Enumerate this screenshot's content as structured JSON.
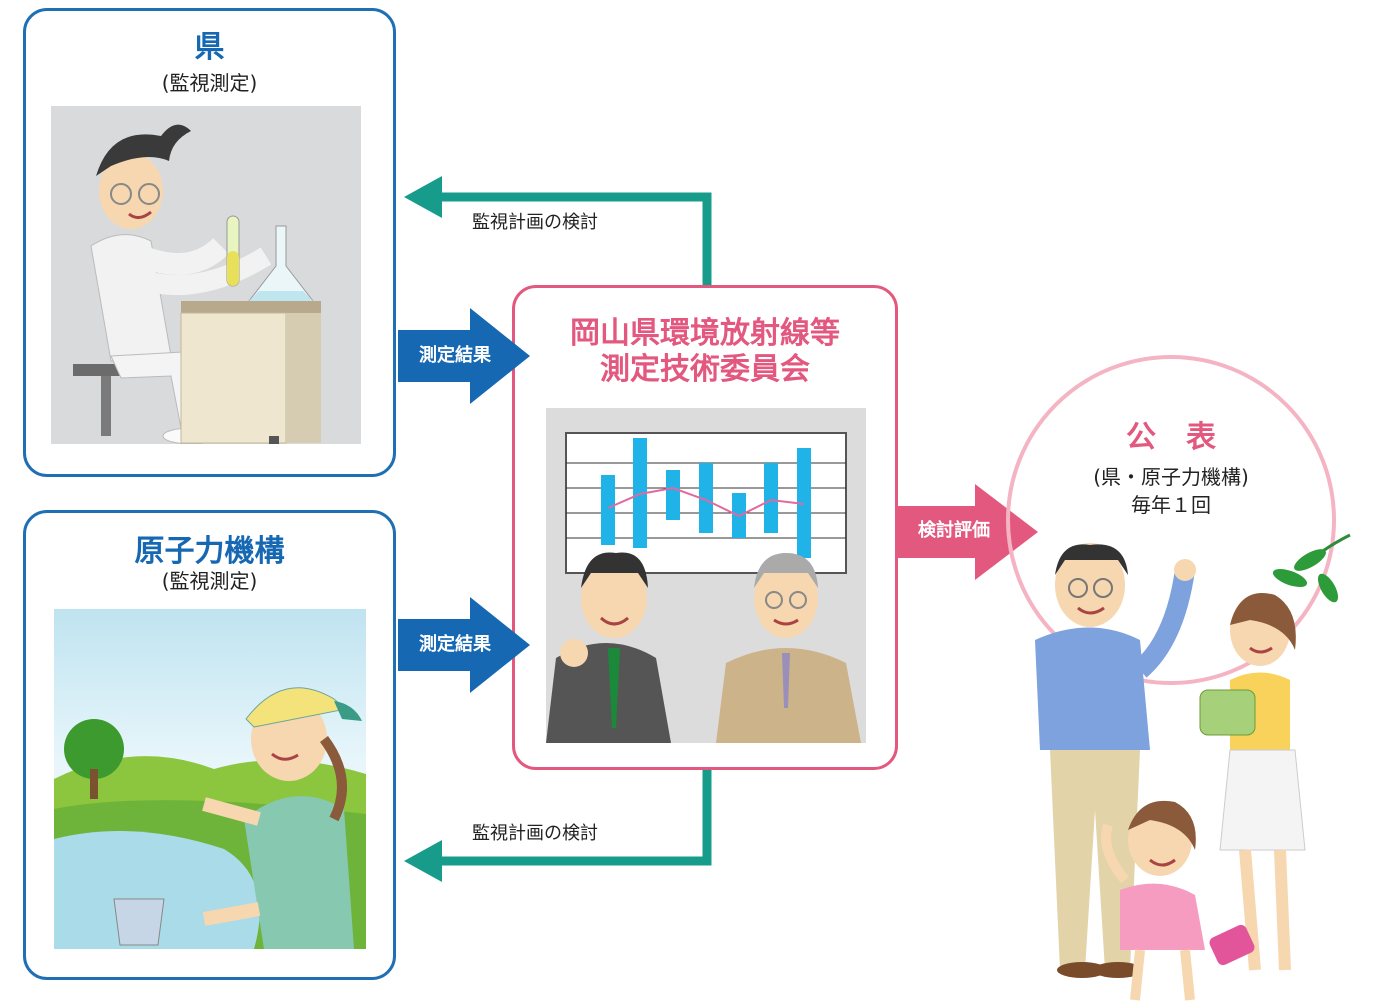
{
  "prefecture": {
    "title": "県",
    "subtitle": "(監視測定)"
  },
  "jaea": {
    "title": "原子力機構",
    "subtitle": "(監視測定)"
  },
  "committee": {
    "title_line1": "岡山県環境放射線等",
    "title_line2": "測定技術委員会"
  },
  "arrows": {
    "result_top": "測定結果",
    "result_bottom": "測定結果",
    "review_top": "監視計画の検討",
    "review_bottom": "監視計画の検討",
    "evaluation": "検討評価"
  },
  "publication": {
    "title": "公　表",
    "line1": "(県・原子力機構)",
    "line2": "毎年１回"
  },
  "colors": {
    "blue_frame": "#1f6fb5",
    "blue_arrow": "#1668b3",
    "pink": "#e3587f",
    "teal": "#179c8c",
    "circle": "#f4b4c3"
  }
}
